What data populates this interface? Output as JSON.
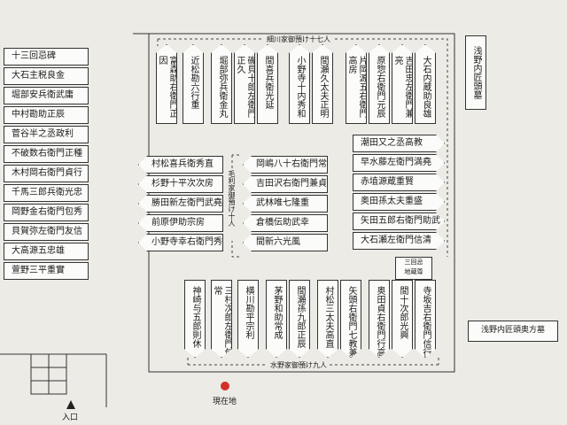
{
  "top_graves": [
    {
      "name": "大石内蔵助良雄"
    },
    {
      "name": "吉田忠左衛門兼亮"
    },
    {
      "name": "原惣右衛門元辰"
    },
    {
      "name": "片岡源五右衛門高房"
    },
    {
      "name": "間瀬久太夫正明"
    },
    {
      "name": "小野寺十内秀和"
    },
    {
      "name": "間喜兵衛光延"
    },
    {
      "name": "磯貝十郎左衛門正久"
    },
    {
      "name": "堀部弥兵衛金丸"
    },
    {
      "name": "近松勘六行重"
    },
    {
      "name": "富森助右衛門正因"
    }
  ],
  "left_column": [
    {
      "name": "十三回忌碑"
    },
    {
      "name": "大石主税良金"
    },
    {
      "name": "堀部安兵衛武庸"
    },
    {
      "name": "中村勘助正辰"
    },
    {
      "name": "菅谷半之丞政利"
    },
    {
      "name": "不破数右衛門正種"
    },
    {
      "name": "木村岡右衛門貞行"
    },
    {
      "name": "千馬三郎兵衛光忠"
    },
    {
      "name": "岡野金右衛門包秀"
    },
    {
      "name": "貝賀弥左衛門友信"
    },
    {
      "name": "大高源五忠雄"
    },
    {
      "name": "萱野三平重實"
    }
  ],
  "mid_left_column": [
    {
      "name": "村松喜兵衛秀直"
    },
    {
      "name": "杉野十平次次房"
    },
    {
      "name": "勝田新左衛門武堯"
    },
    {
      "name": "前原伊助宗房"
    },
    {
      "name": "小野寺幸右衛門秀富"
    }
  ],
  "mid_center_column": [
    {
      "name": "岡嶋八十右衛門常樹"
    },
    {
      "name": "吉田沢右衛門兼貞"
    },
    {
      "name": "武林唯七隆重"
    },
    {
      "name": "倉橋伝助武幸"
    },
    {
      "name": "間新六光風"
    }
  ],
  "right_column": [
    {
      "name": "潮田又之丞高教"
    },
    {
      "name": "早水藤左衛門満堯"
    },
    {
      "name": "赤埴源蔵重賢"
    },
    {
      "name": "奥田孫太夫重盛"
    },
    {
      "name": "矢田五郎右衛門助武"
    },
    {
      "name": "大石瀬左衛門信清"
    }
  ],
  "bottom_graves": [
    {
      "name": "寺坂吉右衛門信行"
    },
    {
      "name": "間十次郎光興"
    },
    {
      "name": "奥田貞右衛門行高"
    },
    {
      "name": "矢頭右衛門七教兼"
    },
    {
      "name": "村松三太夫高直"
    },
    {
      "name": "間瀬孫九郎正辰"
    },
    {
      "name": "茅野和助常成"
    },
    {
      "name": "横川勘平宗利"
    },
    {
      "name": "三村次郎左衛門包常"
    },
    {
      "name": "神崎与五郎則休"
    }
  ],
  "labels": {
    "hosokawa": "細川家御預け十七人",
    "mizuno": "水野家御預け九人",
    "mouri": "毛利家御預け十人",
    "asano_naganori": "浅野内匠頭墓",
    "asano_wife": "浅野内匠頭奥方墓",
    "sankaiki": "三回忌\n地蔵尊",
    "entrance": "入口",
    "current": "現在地"
  }
}
